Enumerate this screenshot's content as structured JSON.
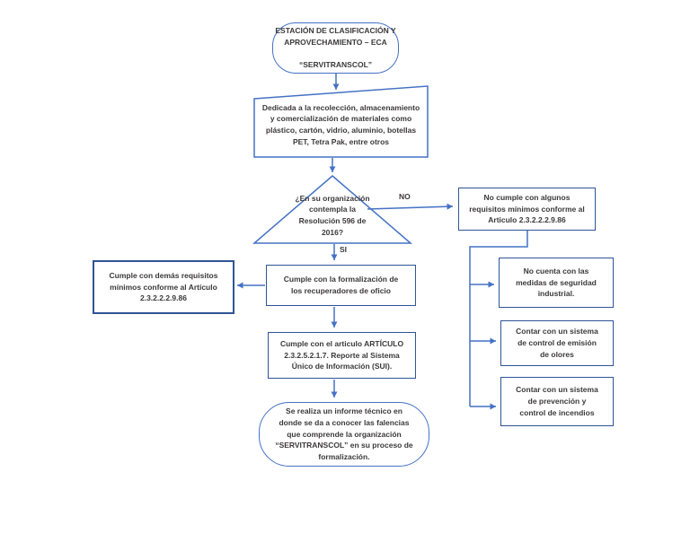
{
  "colors": {
    "background": "#ffffff",
    "accent": "#4472c4",
    "dark_border": "#2f5496",
    "text": "#3b3838"
  },
  "labels": {
    "no": "NO",
    "si": "SI"
  },
  "nodes": {
    "start": {
      "text": "ESTACIÓN DE CLASIFICACIÓN Y\nAPROVECHAMIENTO – ECA\n\n“SERVITRANSCOL”"
    },
    "description": {
      "text": "Dedicada a la recolección, almacenamiento\ny comercialización de materiales como\nplástico, cartón, vidrio, aluminio, botellas\nPET, Tetra Pak, entre otros"
    },
    "decision": {
      "text": "¿En su organización\ncontempla la\nResolución 596 de\n2016?"
    },
    "no_requisitos": {
      "text": "No cumple con algunos\nrequisitos mínimos conforme al\nArticulo 2.3.2.2.2.9.86"
    },
    "demas_requisitos": {
      "text": "Cumple con demás requisitos\nmínimos conforme al Artículo\n2.3.2.2.2.9.86"
    },
    "formalizacion": {
      "text": "Cumple con la formalización de\nlos recuperadores de oficio"
    },
    "articulo_sui": {
      "text": "Cumple con el articulo ARTÍCULO\n2.3.2.5.2.1.7. Reporte al Sistema\nÚnico de Información (SUI)."
    },
    "informe": {
      "text": "Se realiza un informe técnico en\ndonde se da a conocer las falencias\nque comprende la organización\n“SERVITRANSCOL” en su proceso de\nformalización."
    },
    "seguridad": {
      "text": "No cuenta con las\nmedidas de seguridad\nindustrial."
    },
    "olores": {
      "text": "Contar con un sistema\nde control de emisión\nde olores"
    },
    "incendios": {
      "text": "Contar con un sistema\nde prevención y\ncontrol de incendios"
    }
  }
}
